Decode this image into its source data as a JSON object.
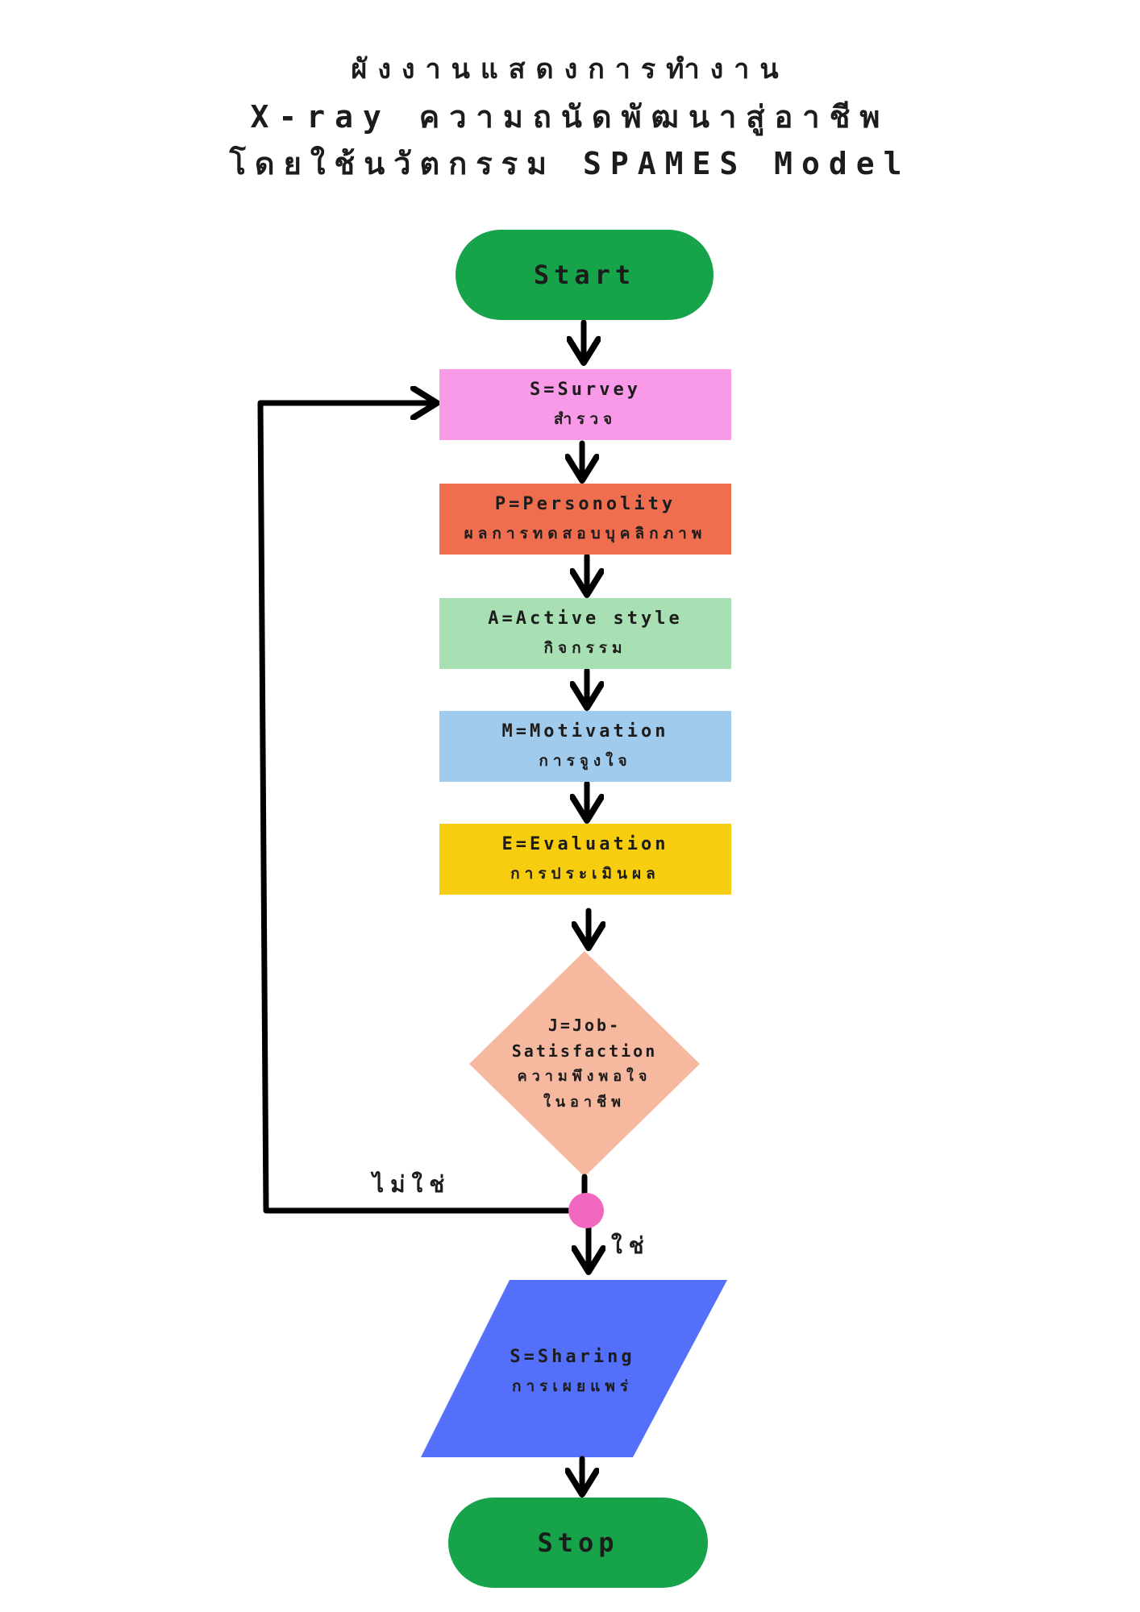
{
  "title": {
    "line1": "ผังงานแสดงการทำงาน",
    "line2": "X-ray ความถนัดพัฒนาสู่อาชีพ",
    "line3": "โดยใช้นวัตกรรม SPAMES Model"
  },
  "nodes": {
    "start": {
      "label": "Start"
    },
    "survey": {
      "label": "S=Survey",
      "label_th": "สำรวจ",
      "color": "#f99ae8"
    },
    "personality": {
      "label": "P=Personolity",
      "label_th": "ผลการทดสอบบุคลิกภาพ",
      "color": "#ee6e4f"
    },
    "active": {
      "label": "A=Active style",
      "label_th": "กิจกรรม",
      "color": "#a8e0b4"
    },
    "motivation": {
      "label": "M=Motivation",
      "label_th": "การจูงใจ",
      "color": "#a1cbed"
    },
    "evaluation": {
      "label": "E=Evaluation",
      "label_th": "การประเมินผล",
      "color": "#f7cd10"
    },
    "decision": {
      "label_1": "J=Job-",
      "label_2": "Satisfaction",
      "label_th_1": "ความพึงพอใจ",
      "label_th_2": "ในอาชีพ",
      "color": "#f6b89f"
    },
    "sharing": {
      "label": "S=Sharing",
      "label_th": "การเผยแพร่",
      "color": "#5470fb"
    },
    "stop": {
      "label": "Stop"
    }
  },
  "branches": {
    "no": "ไม่ใช่",
    "yes": "ใช่"
  },
  "colors": {
    "terminal": "#16a34a",
    "junction": "#f268c0",
    "arrow": "#000000"
  }
}
